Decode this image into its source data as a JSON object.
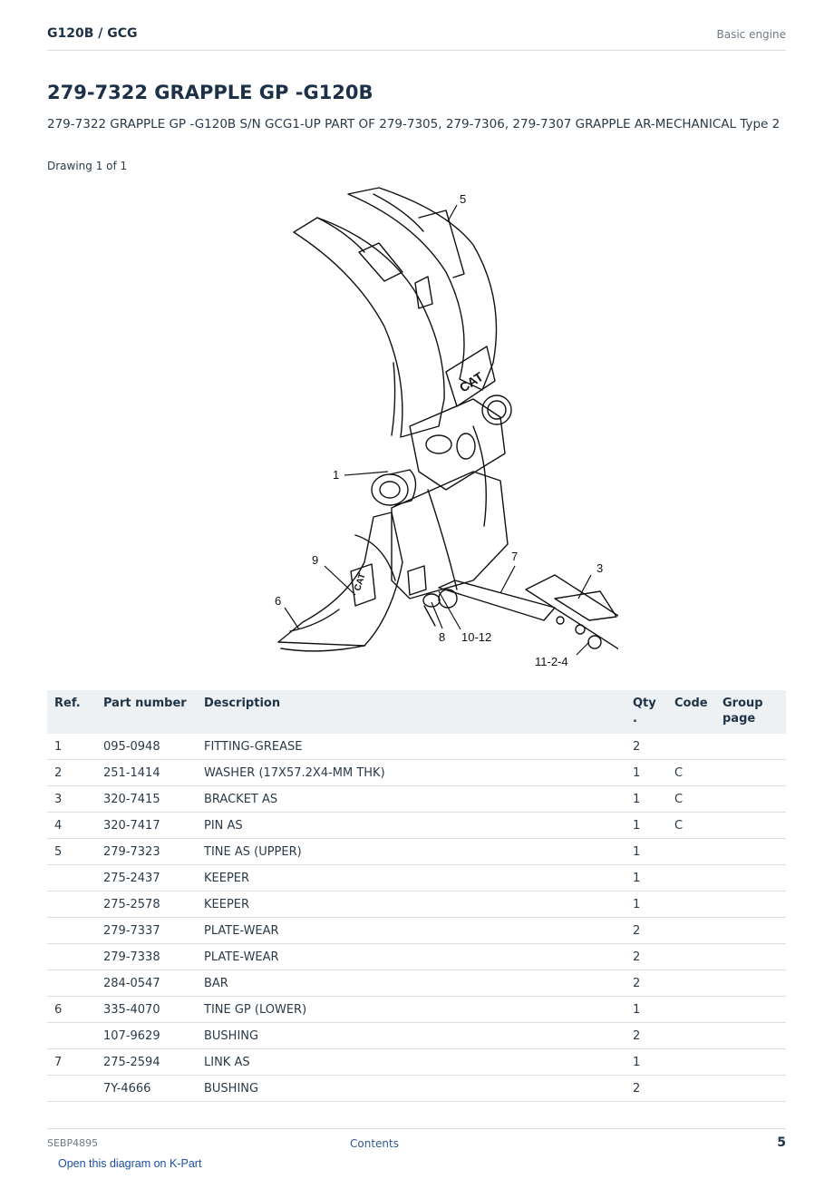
{
  "header": {
    "model": "G120B  /  GCG",
    "section": "Basic engine"
  },
  "title": "279-7322 GRAPPLE GP -G120B",
  "description": "279-7322 GRAPPLE GP -G120B S/N GCG1-UP PART OF 279-7305, 279-7306, 279-7307 GRAPPLE AR-MECHANICAL Type 2",
  "drawing_label": "Drawing 1 of 1",
  "diagram": {
    "callouts": [
      "5",
      "1",
      "7",
      "3",
      "9",
      "6",
      "8",
      "10-12",
      "11-2-4"
    ],
    "logo_text": "CAT"
  },
  "table": {
    "headers": {
      "ref": "Ref.",
      "part": "Part number",
      "desc": "Description",
      "qty": "Qty .",
      "code": "Code",
      "group": "Group page"
    },
    "rows": [
      {
        "ref": "1",
        "part": "095-0948",
        "desc": "FITTING-GREASE",
        "qty": "2",
        "code": "",
        "group": ""
      },
      {
        "ref": "2",
        "part": "251-1414",
        "desc": "WASHER (17X57.2X4-MM THK)",
        "qty": "1",
        "code": "C",
        "group": ""
      },
      {
        "ref": "3",
        "part": "320-7415",
        "desc": "BRACKET AS",
        "qty": "1",
        "code": "C",
        "group": ""
      },
      {
        "ref": "4",
        "part": "320-7417",
        "desc": "PIN AS",
        "qty": "1",
        "code": "C",
        "group": ""
      },
      {
        "ref": "5",
        "part": "279-7323",
        "desc": "TINE AS (UPPER)",
        "qty": "1",
        "code": "",
        "group": ""
      },
      {
        "ref": "",
        "part": "275-2437",
        "desc": "KEEPER",
        "qty": "1",
        "code": "",
        "group": ""
      },
      {
        "ref": "",
        "part": "275-2578",
        "desc": "KEEPER",
        "qty": "1",
        "code": "",
        "group": ""
      },
      {
        "ref": "",
        "part": "279-7337",
        "desc": "PLATE-WEAR",
        "qty": "2",
        "code": "",
        "group": ""
      },
      {
        "ref": "",
        "part": "279-7338",
        "desc": "PLATE-WEAR",
        "qty": "2",
        "code": "",
        "group": ""
      },
      {
        "ref": "",
        "part": "284-0547",
        "desc": "BAR",
        "qty": "2",
        "code": "",
        "group": ""
      },
      {
        "ref": "6",
        "part": "335-4070",
        "desc": "TINE GP (LOWER)",
        "qty": "1",
        "code": "",
        "group": ""
      },
      {
        "ref": "",
        "part": "107-9629",
        "desc": "BUSHING",
        "qty": "2",
        "code": "",
        "group": ""
      },
      {
        "ref": "7",
        "part": "275-2594",
        "desc": "LINK AS",
        "qty": "1",
        "code": "",
        "group": ""
      },
      {
        "ref": "",
        "part": "7Y-4666",
        "desc": "BUSHING",
        "qty": "2",
        "code": "",
        "group": ""
      }
    ]
  },
  "footer": {
    "doc_id": "SEBP4895",
    "contents_link": "Contents",
    "page_number": "5"
  },
  "kpart_link": "Open this diagram on K-Part"
}
